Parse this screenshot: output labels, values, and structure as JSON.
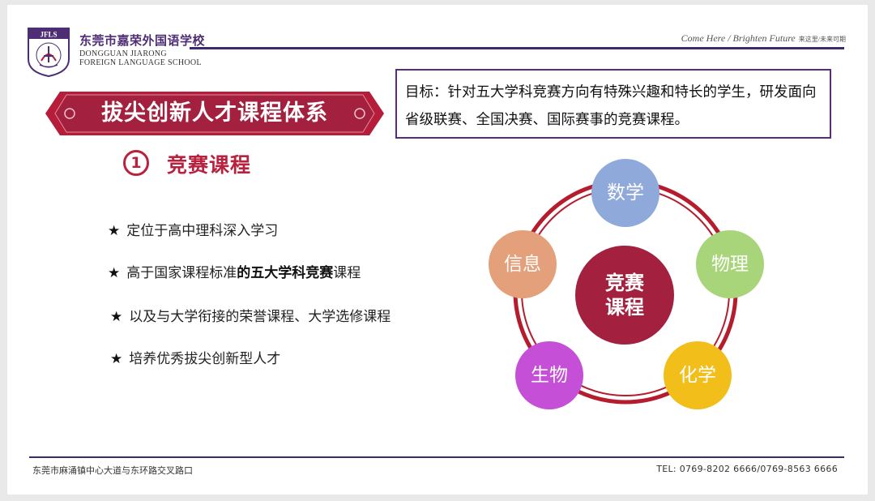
{
  "header": {
    "school_name_cn": "东莞市嘉荣外国语学校",
    "school_name_en_line1": "DONGGUAN JIARONG",
    "school_name_en_line2": "FOREIGN LANGUAGE SCHOOL",
    "logo_text": "JFLS",
    "slogan_en": "Come Here  /  Brighten Future",
    "slogan_cn": "来这里/未来可期"
  },
  "title": "拔尖创新人才课程体系",
  "goal_text": "目标：针对五大学科竞赛方向有特殊兴趣和特长的学生，研发面向省级联赛、全国决赛、国际赛事的竞赛课程。",
  "section": {
    "number": "1",
    "title": "竞赛课程"
  },
  "bullets": [
    {
      "star": "★",
      "text": "定位于高中理科深入学习"
    },
    {
      "star": "★",
      "pre": "高于国家课程标准",
      "strong": "的五大学科竞赛",
      "post": "课程"
    },
    {
      "star": "★",
      "text": "以及与大学衔接的荣誉课程、大学选修课程"
    },
    {
      "star": "★",
      "text": "培养优秀拔尖创新型人才"
    }
  ],
  "diagram": {
    "center": {
      "line1": "竞赛",
      "line2": "课程",
      "color": "#a3213f"
    },
    "subjects": [
      {
        "label": "数学",
        "color": "#8fa9db"
      },
      {
        "label": "物理",
        "color": "#a8d47a"
      },
      {
        "label": "化学",
        "color": "#f2be1a"
      },
      {
        "label": "生物",
        "color": "#c54fd6"
      },
      {
        "label": "信息",
        "color": "#e3a07a"
      }
    ],
    "ring_color": "#b51d2e"
  },
  "footer": {
    "address": "东莞市麻涌镇中心大道与东环路交叉路口",
    "tel": "TEL: 0769-8202 6666/0769-8563 6666"
  }
}
